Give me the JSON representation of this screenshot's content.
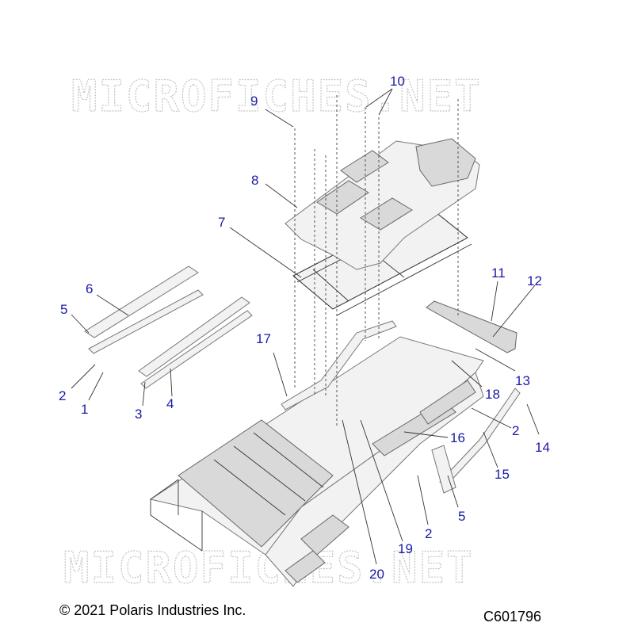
{
  "watermark": "MICROFICHES.NET",
  "footer": {
    "copyright": "© 2021 Polaris Industries Inc.",
    "code": "C601796"
  },
  "callouts": {
    "c1": "1",
    "c2a": "2",
    "c2b": "2",
    "c2c": "2",
    "c3": "3",
    "c4": "4",
    "c5a": "5",
    "c5b": "5",
    "c6": "6",
    "c7": "7",
    "c8": "8",
    "c9": "9",
    "c10": "10",
    "c11": "11",
    "c12": "12",
    "c13": "13",
    "c14": "14",
    "c15": "15",
    "c16": "16",
    "c17": "17",
    "c18": "18",
    "c19": "19",
    "c20": "20"
  },
  "colors": {
    "callout": "#1a1aa6",
    "watermark": "#c4c4c4"
  }
}
